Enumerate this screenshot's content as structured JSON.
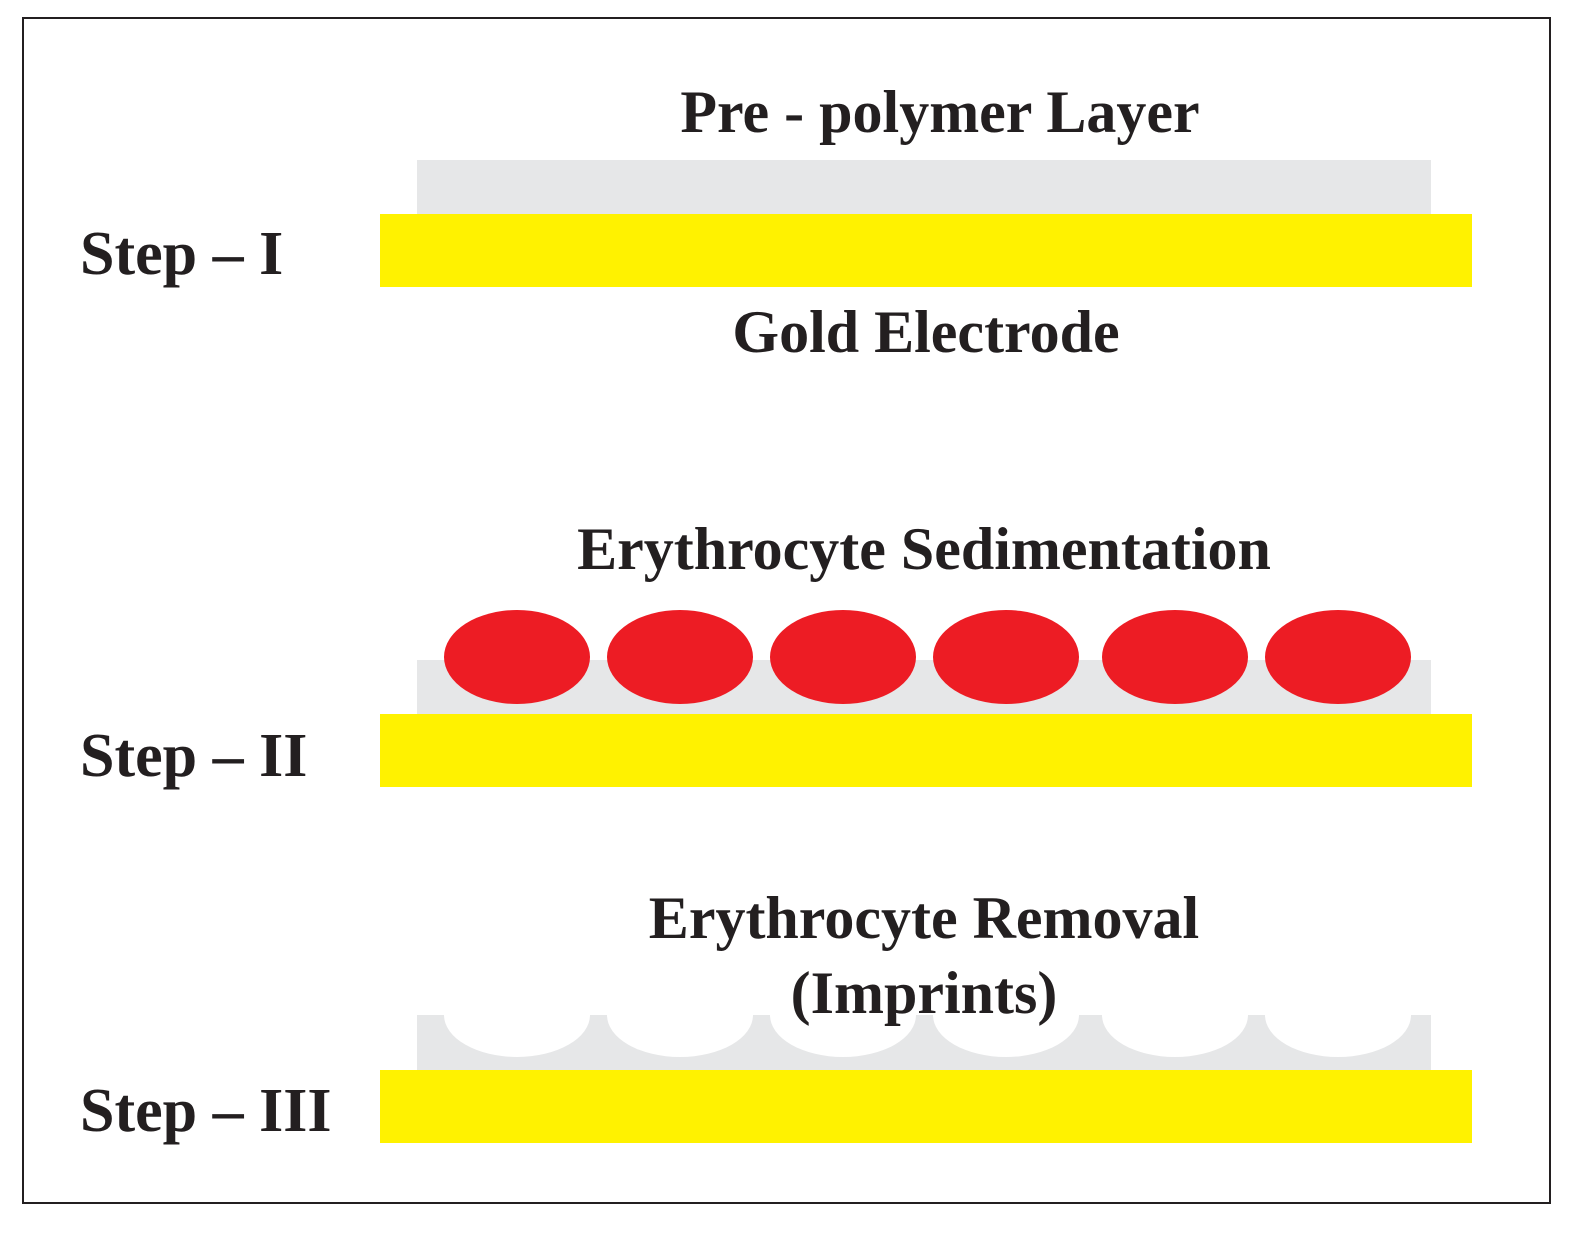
{
  "colors": {
    "frame": "#231f20",
    "gold_electrode": "#fff200",
    "polymer_layer": "#e6e7e8",
    "erythrocyte": "#ed1c24",
    "imprint_cavity": "#ffffff",
    "text": "#231f20"
  },
  "step1": {
    "label": "Step – I",
    "top_label": "Pre - polymer Layer",
    "bottom_label": "Gold Electrode"
  },
  "step2": {
    "label": "Step – II",
    "top_label": "Erythrocyte Sedimentation",
    "cell_count": 6
  },
  "step3": {
    "label": "Step – III",
    "top_label_line1": "Erythrocyte Removal",
    "top_label_line2": "(Imprints)",
    "imprint_count": 6
  }
}
